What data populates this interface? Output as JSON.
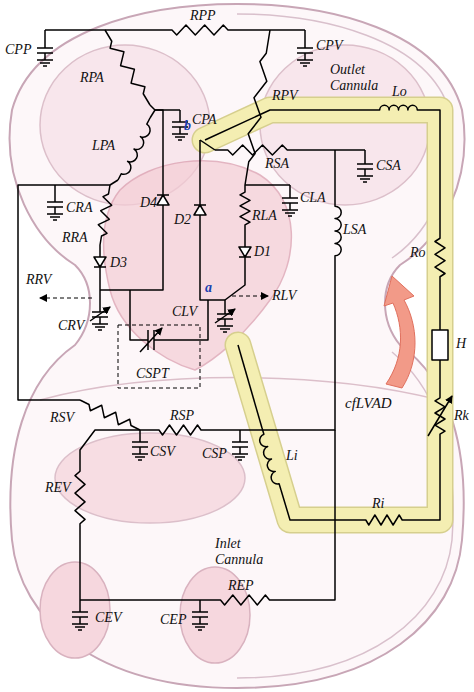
{
  "diagram": {
    "labels": [
      "CPP",
      "RPP",
      "CPV",
      "RPA",
      "CPA",
      "RPV",
      "LPA",
      "b",
      "Outlet Cannula",
      "Lo",
      "CRA",
      "RRA",
      "D4",
      "D2",
      "RLA",
      "CLA",
      "D1",
      "RSA",
      "CSA",
      "LSA",
      "D3",
      "RRV",
      "CRV",
      "a",
      "CLV",
      "RLV",
      "CSPT",
      "cfLVAD",
      "Ro",
      "H",
      "Rk",
      "RSV",
      "RSP",
      "CSP",
      "CSV",
      "Li",
      "Ri",
      "Inlet Cannula",
      "REV",
      "REP",
      "CEV",
      "CEP"
    ]
  }
}
